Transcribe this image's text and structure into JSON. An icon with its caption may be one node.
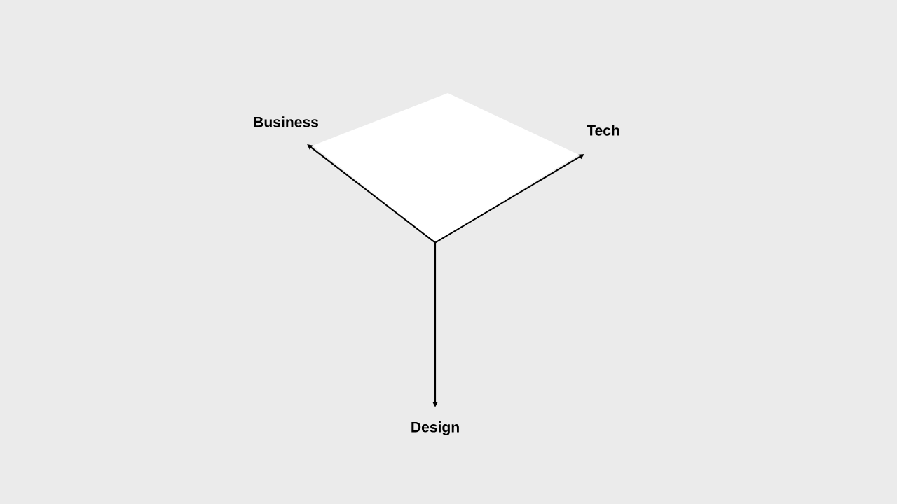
{
  "diagram": {
    "nodes": [
      {
        "text": [
          "Business"
        ]
      },
      {
        "text": [
          "Tech"
        ]
      },
      {
        "text": [
          "Design"
        ]
      },
      {
        "text": [],
        "shape": "diamond"
      }
    ],
    "edges": [
      {
        "from": 3,
        "to": 0,
        "arrow": "to"
      },
      {
        "from": 3,
        "to": 1,
        "arrow": "to"
      },
      {
        "from": 3,
        "to": 2,
        "arrow": "to"
      }
    ]
  }
}
